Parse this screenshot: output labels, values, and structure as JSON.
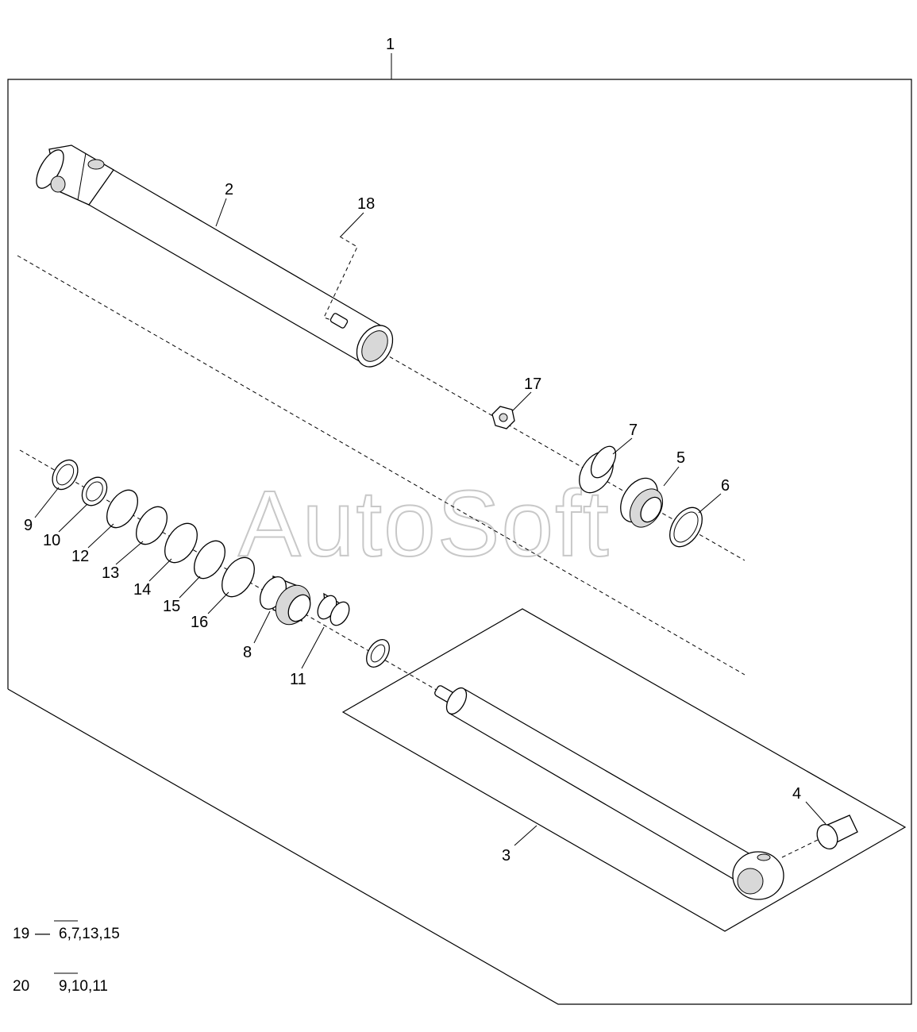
{
  "watermark": "AutoSoft",
  "callouts": {
    "c1": "1",
    "c2": "2",
    "c3": "3",
    "c4": "4",
    "c5": "5",
    "c6": "6",
    "c7": "7",
    "c8": "8",
    "c9": "9",
    "c10": "10",
    "c11": "11",
    "c12": "12",
    "c13": "13",
    "c14": "14",
    "c15": "15",
    "c16": "16",
    "c17": "17",
    "c18": "18"
  },
  "kits": [
    {
      "number": "19",
      "dash": "—",
      "parts_over": "6,7",
      "parts_rest": ",13,15"
    },
    {
      "number": "20",
      "parts_over": "9,10,11"
    }
  ]
}
